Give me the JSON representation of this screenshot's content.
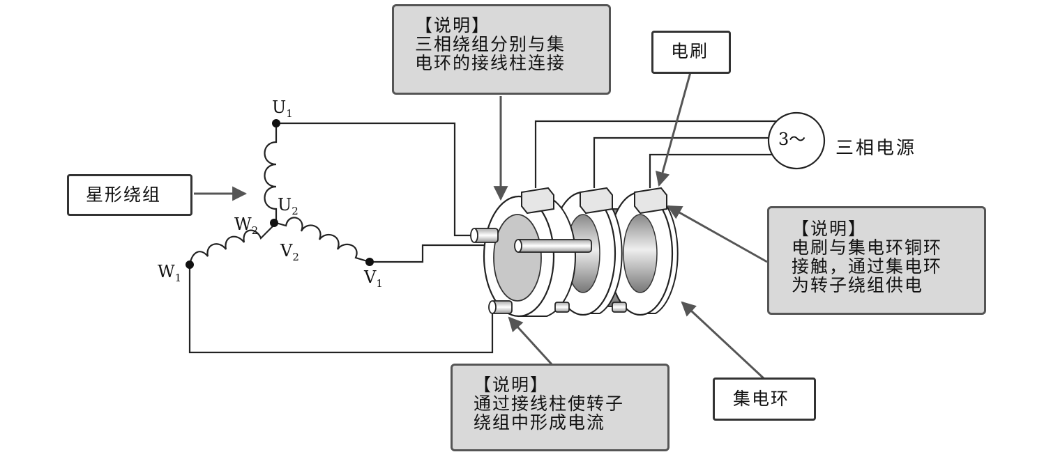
{
  "callouts": {
    "top_note": {
      "lines": [
        "【说明】",
        "三相绕组分别与集",
        "电环的接线柱连接"
      ]
    },
    "brush": {
      "text": "电刷"
    },
    "star_winding": {
      "text": "星形绕组"
    },
    "right_note": {
      "lines": [
        "【说明】",
        "电刷与集电环铜环",
        "接触，通过集电环",
        "为转子绕组供电"
      ]
    },
    "bottom_note": {
      "lines": [
        "【说明】",
        "通过接线柱使转子",
        "绕组中形成电流"
      ]
    },
    "slip_ring": {
      "text": "集电环"
    }
  },
  "terminals": {
    "u1": {
      "letter": "U",
      "sub": "1"
    },
    "u2": {
      "letter": "U",
      "sub": "2"
    },
    "v1": {
      "letter": "V",
      "sub": "1"
    },
    "v2": {
      "letter": "V",
      "sub": "2"
    },
    "w1": {
      "letter": "W",
      "sub": "1"
    },
    "w2": {
      "letter": "W",
      "sub": "2"
    }
  },
  "power_source": {
    "symbol": "3～",
    "label": "三相电源"
  },
  "colors": {
    "note_fill": "#d9d9d9",
    "line": "#222222",
    "ring_fill": "#ffffff",
    "ring_inner": "#bdbdbd",
    "arrow": "#555555"
  }
}
